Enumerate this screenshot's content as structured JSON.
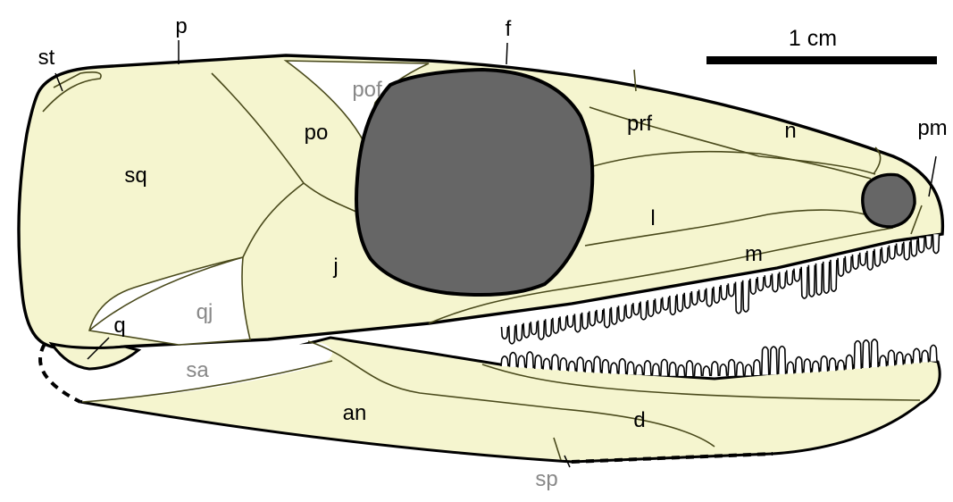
{
  "colors": {
    "bone_fill": "#f5f5cf",
    "bone_outline": "#000000",
    "suture": "#4a4a1c",
    "opening_fill": "#ffffff",
    "orbit_fill": "#666666",
    "label_dark": "#000000",
    "label_grey": "#888888"
  },
  "scale_bar": {
    "label": "1 cm"
  },
  "labels": {
    "st": "st",
    "p": "p",
    "f": "f",
    "pof": "pof",
    "po": "po",
    "prf": "prf",
    "n": "n",
    "pm": "pm",
    "sq": "sq",
    "l": "l",
    "j": "j",
    "m": "m",
    "qj": "qj",
    "q": "q",
    "sa": "sa",
    "an": "an",
    "d": "d",
    "sp": "sp"
  }
}
